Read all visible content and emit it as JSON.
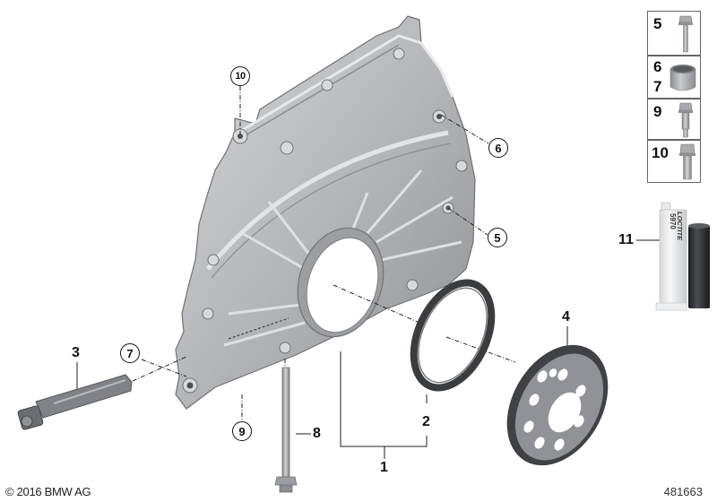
{
  "diagram": {
    "type": "exploded-parts-diagram",
    "subject": "engine timing case cover assembly",
    "callouts": [
      {
        "id": "1",
        "label": "1",
        "style": "plain"
      },
      {
        "id": "2",
        "label": "2",
        "style": "plain"
      },
      {
        "id": "3",
        "label": "3",
        "style": "plain"
      },
      {
        "id": "4",
        "label": "4",
        "style": "plain"
      },
      {
        "id": "5",
        "label": "5",
        "style": "circled"
      },
      {
        "id": "6",
        "label": "6",
        "style": "circled"
      },
      {
        "id": "7",
        "label": "7",
        "style": "circled"
      },
      {
        "id": "8",
        "label": "8",
        "style": "plain"
      },
      {
        "id": "9",
        "label": "9",
        "style": "circled"
      },
      {
        "id": "10",
        "label": "10",
        "style": "circled"
      },
      {
        "id": "11",
        "label": "11",
        "style": "plain"
      }
    ],
    "legend": [
      {
        "numbers": [
          "5"
        ],
        "part": "hex-flange-bolt-long"
      },
      {
        "numbers": [
          "6",
          "7"
        ],
        "part": "dowel-sleeve"
      },
      {
        "numbers": [
          "9"
        ],
        "part": "hex-flange-bolt-short"
      },
      {
        "numbers": [
          "10"
        ],
        "part": "hex-flange-bolt-torx"
      }
    ],
    "sealant": {
      "callout": "11",
      "brand_text": "LOCTITE",
      "product_text": "5970"
    }
  },
  "labels": {
    "c1": "1",
    "c2": "2",
    "c3": "3",
    "c4": "4",
    "c5": "5",
    "c6": "6",
    "c7": "7",
    "c8": "8",
    "c9": "9",
    "c10": "10",
    "c11": "11",
    "legend5": "5",
    "legend6": "6",
    "legend7": "7",
    "legend9": "9",
    "legend10": "10"
  },
  "footer": {
    "copyright": "© 2016 BMW AG",
    "diagram_number": "481663"
  },
  "colors": {
    "metal_light": "#c9cacc",
    "metal_mid": "#a5a7aa",
    "metal_dark": "#6f7276",
    "rubber": "#3a3c3f",
    "line": "#111111",
    "background": "#ffffff"
  }
}
